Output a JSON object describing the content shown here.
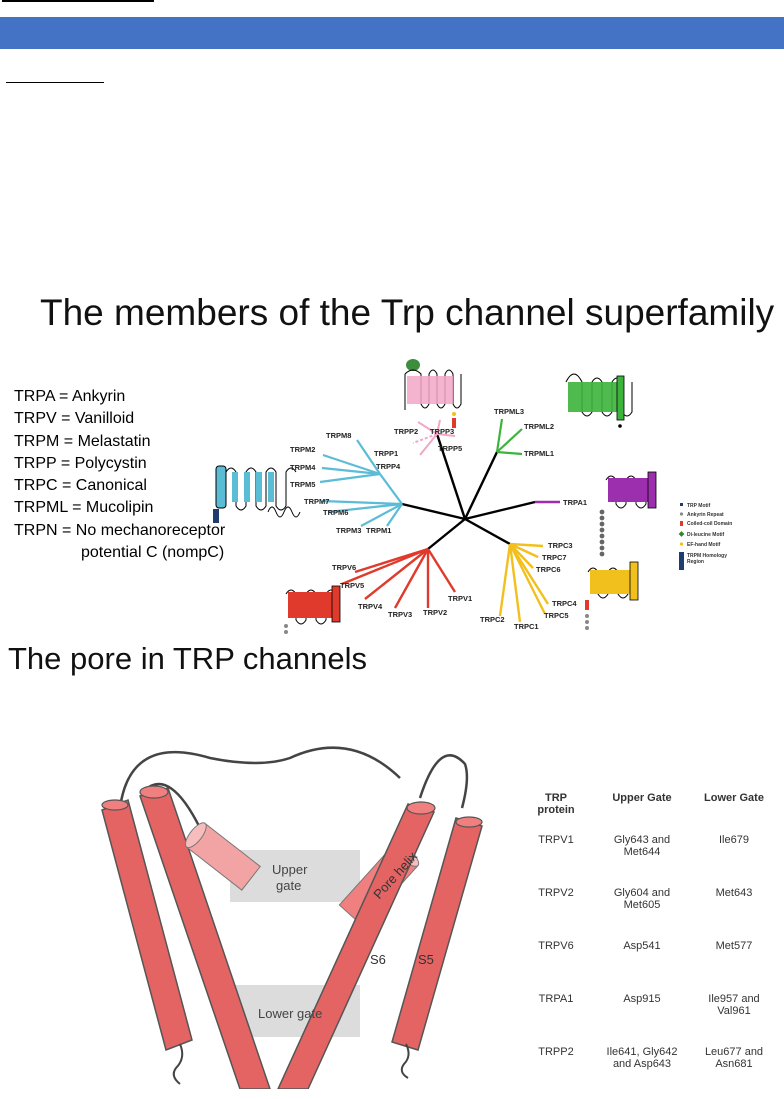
{
  "title1": "The members of the Trp channel superfamily",
  "legend": [
    "TRPA = Ankyrin",
    "TRPV = Vanilloid",
    "TRPM = Melastatin",
    "TRPP = Polycystin",
    "TRPC = Canonical",
    "TRPML = Mucolipin",
    "TRPN = No mechanoreceptor",
    "potential C (nompC)"
  ],
  "tree": {
    "trpm": [
      "TRPM8",
      "TRPM2",
      "TRPM4",
      "TRPM5",
      "TRPM7",
      "TRPM6",
      "TRPM3",
      "TRPM1"
    ],
    "trpp": [
      "TRPP2",
      "TRPP3",
      "TRPP1",
      "TRPP5",
      "TRPP4"
    ],
    "trpml": [
      "TRPML3",
      "TRPML2",
      "TRPML1"
    ],
    "trpa": [
      "TRPA1"
    ],
    "trpv": [
      "TRPV6",
      "TRPV5",
      "TRPV4",
      "TRPV3",
      "TRPV2",
      "TRPV1"
    ],
    "trpc": [
      "TRPC3",
      "TRPC7",
      "TRPC6",
      "TRPC4",
      "TRPC5",
      "TRPC2",
      "TRPC1"
    ],
    "key": [
      "TRP Motif",
      "Ankyrin Repeat",
      "Coiled-coil Domain",
      "Di-leucine Motif",
      "EF-hand Motif",
      "TRPM Homology",
      "Region"
    ],
    "colors": {
      "trpm": "#5bbcd6",
      "trpp": "#f2a7c7",
      "trpml": "#3cb43c",
      "trpa": "#9b2fae",
      "trpv": "#e03a2c",
      "trpc": "#f2c01c"
    }
  },
  "title2": "The pore in TRP channels",
  "pore": {
    "upper_gate": [
      "Upper",
      "gate"
    ],
    "lower_gate": "Lower gate",
    "pore_helix": "Pore helix",
    "s6": "S6",
    "s5": "S5"
  },
  "gate_table": {
    "headers": [
      [
        "TRP",
        "protein"
      ],
      [
        "Upper Gate"
      ],
      [
        "Lower Gate"
      ]
    ],
    "rows": [
      [
        "TRPV1",
        "Gly643 and\nMet644",
        "Ile679"
      ],
      [
        "TRPV2",
        "Gly604 and\nMet605",
        "Met643"
      ],
      [
        "TRPV6",
        "Asp541",
        "Met577"
      ],
      [
        "TRPA1",
        "Asp915",
        "Ile957 and\nVal961"
      ],
      [
        "TRPP2",
        "Ile641, Gly642\nand Asp643",
        "Leu677 and\nAsn681"
      ]
    ]
  }
}
